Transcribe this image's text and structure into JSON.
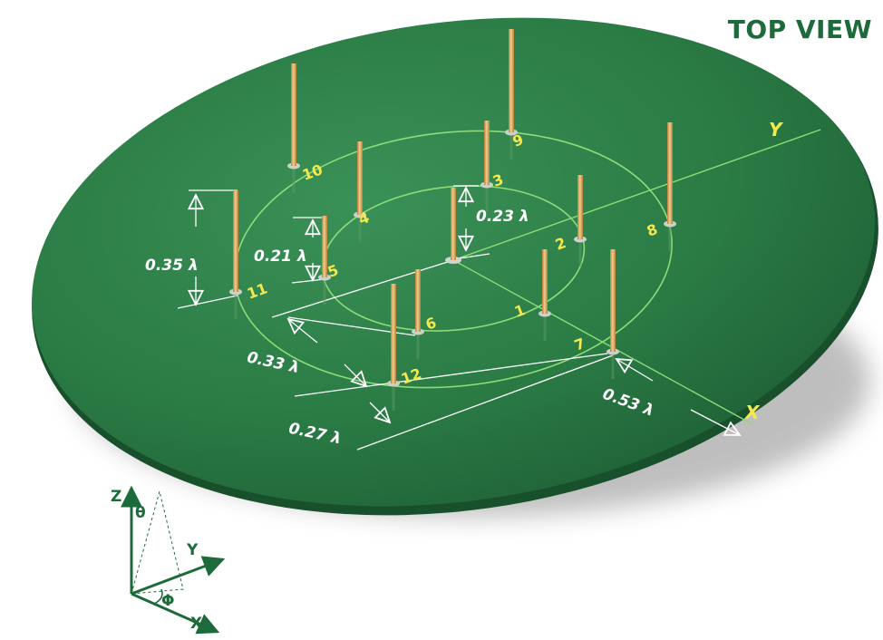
{
  "title": "TOP VIEW",
  "colors": {
    "plate": "#2a7a44",
    "plate_dark": "#1b5730",
    "rod": "#e8b46a",
    "rod_dark": "#b77f3c",
    "number": "#f6e84a",
    "circle": "#8edb77",
    "line": "#ffffff",
    "title": "#1d6b3b",
    "triad": "#1d6b3b"
  },
  "plane_axes": {
    "x": "X",
    "y": "Y"
  },
  "elements": [
    {
      "id": "1",
      "label": "1"
    },
    {
      "id": "2",
      "label": "2"
    },
    {
      "id": "3",
      "label": "3"
    },
    {
      "id": "4",
      "label": "4"
    },
    {
      "id": "5",
      "label": "5"
    },
    {
      "id": "6",
      "label": "6"
    },
    {
      "id": "7",
      "label": "7"
    },
    {
      "id": "8",
      "label": "8"
    },
    {
      "id": "9",
      "label": "9"
    },
    {
      "id": "10",
      "label": "10"
    },
    {
      "id": "11",
      "label": "11"
    },
    {
      "id": "12",
      "label": "12"
    }
  ],
  "dimensions": {
    "height_outer": "0.35 λ",
    "height_inner": "0.21 λ",
    "height_center": "0.23 λ",
    "radius_inner": "0.33 λ",
    "radius_mid": "0.27 λ",
    "radius_outer": "0.53 λ"
  },
  "triad": {
    "z": "Z",
    "y": "Y",
    "x": "X",
    "theta": "θ",
    "phi": "Φ"
  }
}
